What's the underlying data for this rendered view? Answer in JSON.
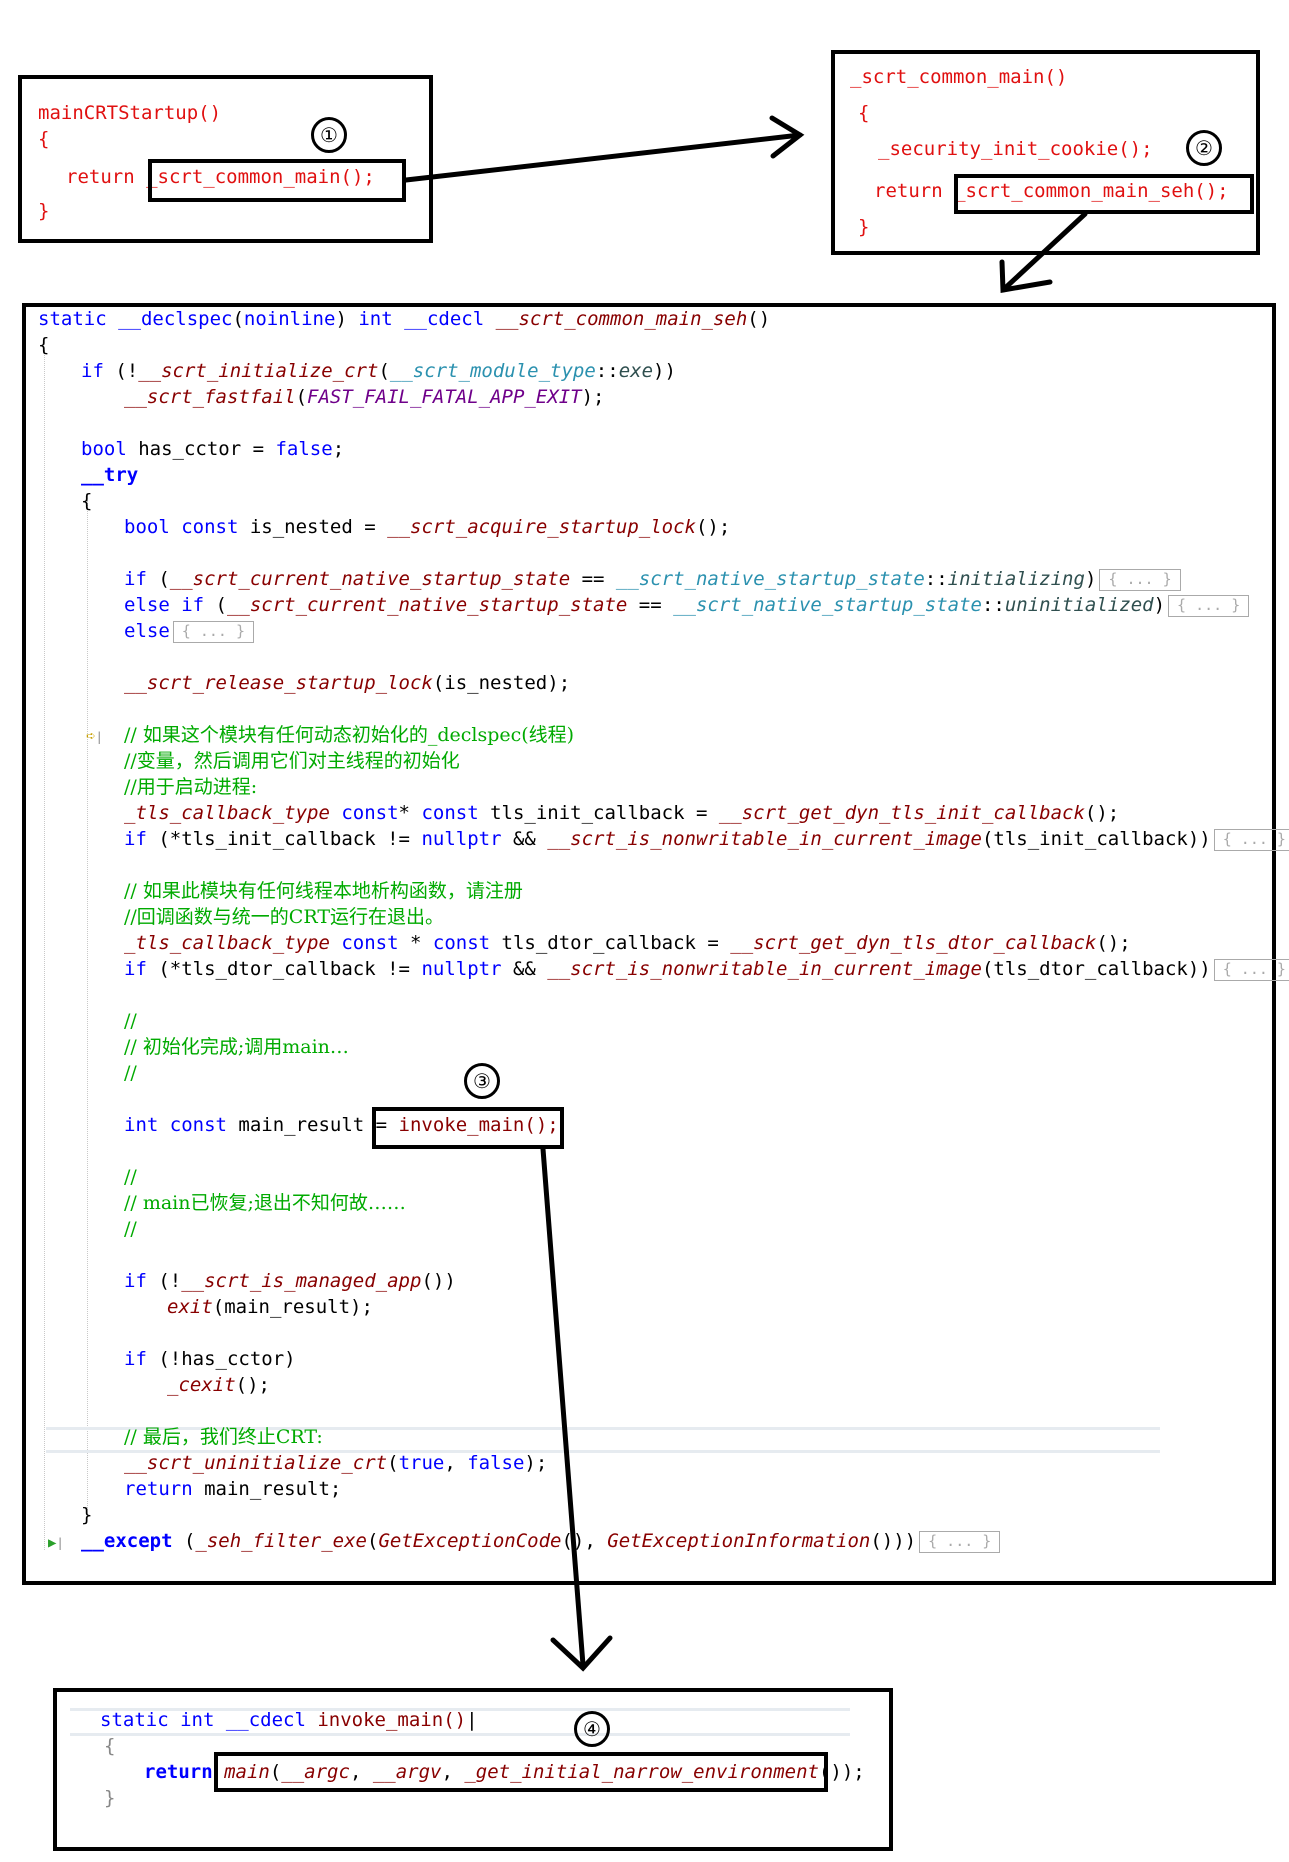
{
  "box1": {
    "l1": "mainCRTStartup()",
    "l2": "{",
    "l3_kw": "return ",
    "l3_call": "_scrt_common_main();",
    "l4": "}",
    "marker": "①"
  },
  "box2": {
    "l1": "_scrt_common_main()",
    "l2": "{",
    "l3": "_security_init_cookie();",
    "l4_kw": "return ",
    "l4_call": "_scrt_common_main_seh();",
    "l5": "}",
    "marker": "②"
  },
  "main": {
    "sig_static": "static ",
    "sig_declspec": "__declspec",
    "sig_noinline_open": "(",
    "sig_noinline": "noinline",
    "sig_close": ") ",
    "sig_int": "int ",
    "sig_cdecl": "__cdecl ",
    "sig_name": "__scrt_common_main_seh",
    "sig_parens": "()",
    "brace_open": "{",
    "if1_kw": "if ",
    "if1_a": "(!",
    "if1_fn": "__scrt_initialize_crt",
    "if1_b": "(",
    "if1_ty": "__scrt_module_type",
    "if1_c": "::",
    "if1_en": "exe",
    "if1_d": "))",
    "fastfail_fn": "__scrt_fastfail",
    "fastfail_a": "(",
    "fastfail_mac": "FAST_FAIL_FATAL_APP_EXIT",
    "fastfail_b": ");",
    "bool_kw": "bool ",
    "has_cctor": "has_cctor = ",
    "false_kw": "false",
    "semi": ";",
    "try_kw": "__try",
    "try_open": "{",
    "nested_kw": "bool const ",
    "nested_a": "is_nested = ",
    "nested_fn": "__scrt_acquire_startup_lock",
    "nested_b": "();",
    "if2_kw": "if ",
    "if2_a": "(",
    "if2_state": "__scrt_current_native_startup_state",
    "if2_eq": " == ",
    "if2_ty": "__scrt_native_startup_state",
    "if2_colons": "::",
    "if2_en": "initializing",
    "if2_close": ")",
    "fold_text": "{ ... }",
    "elif_kw": "else if ",
    "elif_a": "(",
    "elif_en": "uninitialized",
    "else_kw": "else",
    "release_fn": "__scrt_release_startup_lock",
    "release_b": "(is_nested);",
    "cm1": "// 如果这个模块有任何动态初始化的_declspec(线程)",
    "cm2": "//变量，然后调用它们对主线程的初始化",
    "cm3": "//用于启动进程:",
    "tls_ty": "_tls_callback_type",
    "tls_kw1": " const",
    "tls_star": "* ",
    "tls_kw2": "const",
    "tls_init_a": " tls_init_callback = ",
    "tls_init_fn": "__scrt_get_dyn_tls_init_callback",
    "tls_init_b": "();",
    "if3_kw": "if ",
    "if3_a": "(*tls_init_callback != ",
    "nullptr_kw": "nullptr",
    "if3_b": " && ",
    "nonwrite_fn": "__scrt_is_nonwritable_in_current_image",
    "if3_c": "(tls_init_callback))",
    "cm4": "// 如果此模块有任何线程本地析构函数，请注册",
    "cm5": "//回调函数与统一的CRT运行在退出。",
    "tls_dtor_kw1": " const ",
    "tls_dtor_star": "* ",
    "tls_dtor_a": " tls_dtor_callback = ",
    "tls_dtor_fn": "__scrt_get_dyn_tls_dtor_callback",
    "if4_a": "(*tls_dtor_callback != ",
    "if4_c": "(tls_dtor_callback))",
    "cm6": "//",
    "cm7": "// 初始化完成;调用main…",
    "cm8": "//",
    "mr_kw": "int const ",
    "mr_a": "main_result = ",
    "mr_call": "invoke_main();",
    "cm9": "//",
    "cm10": "// main已恢复;退出不知何故……",
    "cm11": "//",
    "if5_a": "(!",
    "managed_fn": "__scrt_is_managed_app",
    "if5_b": "())",
    "exit_fn": "exit",
    "exit_b": "(main_result);",
    "if6_a": "(!has_cctor)",
    "cexit_fn": "_cexit",
    "cexit_b": "();",
    "cm12": "// 最后，我们终止CRT:",
    "uninit_fn": "__scrt_uninitialize_crt",
    "uninit_a": "(",
    "true_kw": "true",
    "comma": ", ",
    "uninit_b": ");",
    "return_kw": "return ",
    "return_val": "main_result;",
    "try_close": "}",
    "except_kw": "__except ",
    "except_a": "(",
    "seh_fn": "_seh_filter_exe",
    "except_b": "(",
    "gec_fn": "GetExceptionCode",
    "except_c": "(), ",
    "gei_fn": "GetExceptionInformation",
    "except_d": "()))",
    "marker": "③"
  },
  "box4": {
    "sig_kw": "static int ",
    "sig_cdecl": "__cdecl ",
    "sig_name": "invoke_main()",
    "open": "{",
    "ret_kw": "return ",
    "main_fn": "main",
    "a1": "(",
    "argc": "__argc",
    "a2": ", ",
    "argv": "__argv",
    "a3": ", ",
    "env_fn": "_get_initial_narrow_environment",
    "a4": "());",
    "close": "}",
    "marker": "④"
  },
  "colors": {
    "keyword": "#0000ff",
    "function": "#880000",
    "type": "#2b91af",
    "comment": "#00aa00",
    "red_code": "#e01010",
    "macro": "#6f008a"
  }
}
